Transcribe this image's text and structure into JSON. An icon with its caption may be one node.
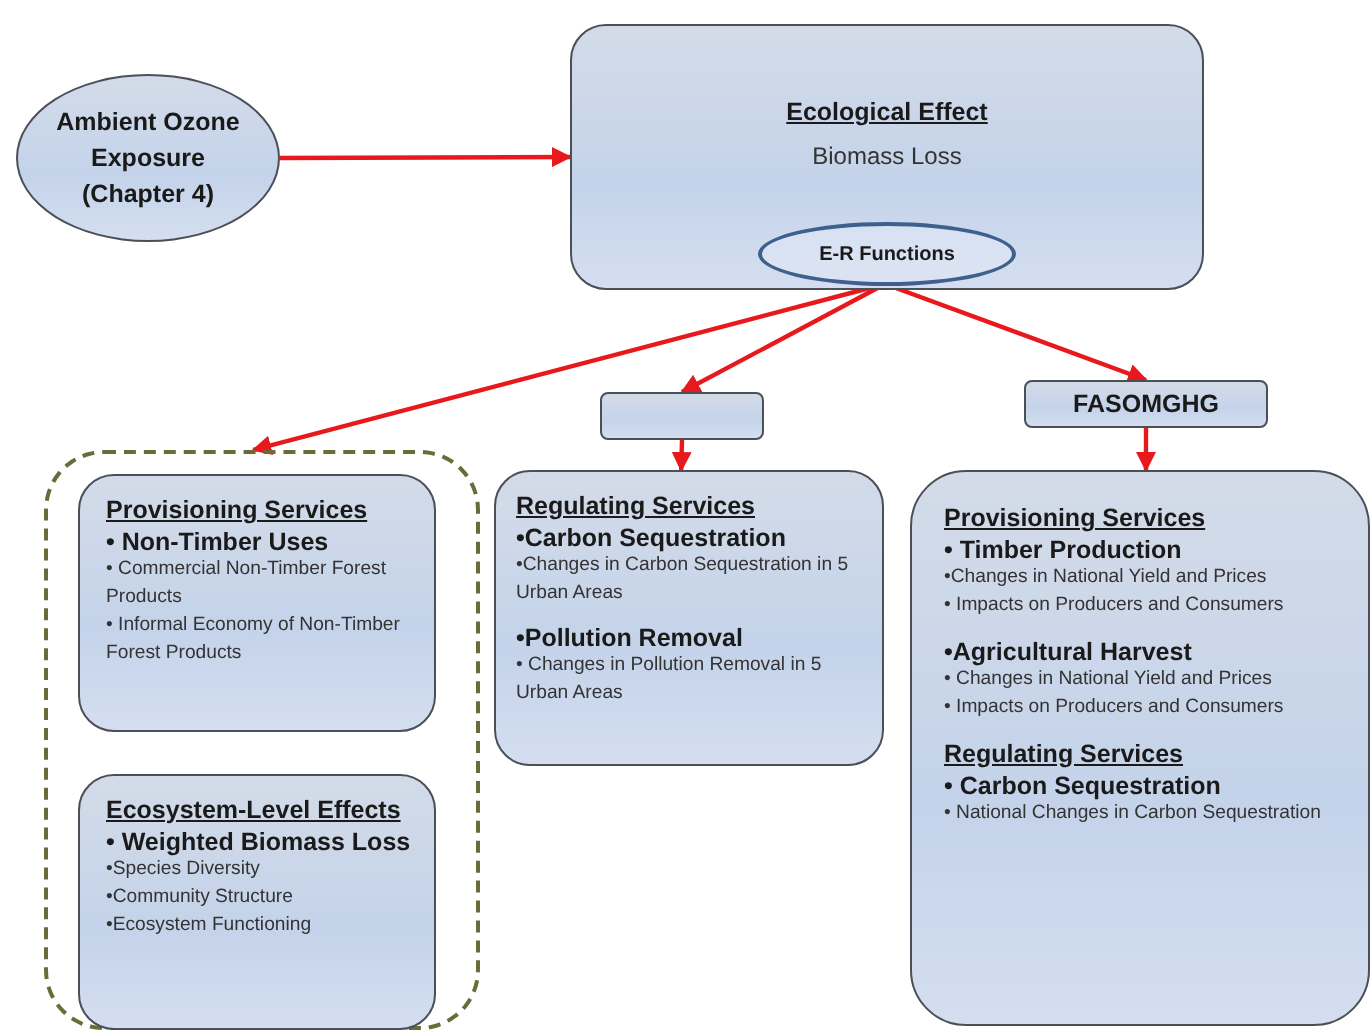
{
  "diagram": {
    "nodes": [
      {
        "text": [
          "Ambient Ozone Exposure (Chapter 4)"
        ]
      },
      {
        "text": [
          "Ecological Effect",
          "Biomass Loss"
        ]
      },
      {
        "text": [
          "E-R Functions"
        ],
        "in": 1
      },
      {
        "text": [],
        "shape": "box"
      },
      {
        "text": [
          "FASOMGHG"
        ]
      },
      {
        "text": [],
        "shape": "box"
      },
      {
        "text": [
          "Provisioning Services",
          "• Non-Timber Uses",
          "• Commercial Non-Timber Forest Products",
          "• Informal Economy of Non-Timber Forest Products"
        ],
        "in": 5
      },
      {
        "text": [
          "Ecosystem-Level Effects",
          "• Weighted Biomass Loss",
          "•Species Diversity",
          "•Community Structure",
          "•Ecosystem Functioning"
        ],
        "in": 5
      },
      {
        "text": [
          "Regulating Services",
          "•Carbon Sequestration",
          "•Changes in Carbon Sequestration in 5 Urban Areas",
          "•Pollution Removal",
          "• Changes in Pollution Removal in 5 Urban Areas"
        ]
      },
      {
        "text": [
          "Provisioning Services",
          "• Timber Production",
          "•Changes in National Yield and Prices",
          "• Impacts on Producers and Consumers",
          "•Agricultural Harvest",
          "• Changes in National Yield and Prices",
          "• Impacts on Producers and Consumers",
          "Regulating Services",
          "• Carbon Sequestration",
          "• National Changes in Carbon Sequestration"
        ]
      }
    ],
    "edges": [
      {
        "from": 0,
        "to": 1,
        "arrow": "to"
      },
      {
        "from": 2,
        "to": 5,
        "arrow": "to"
      },
      {
        "from": 2,
        "to": 3,
        "arrow": "to"
      },
      {
        "from": 2,
        "to": 4,
        "arrow": "to"
      },
      {
        "from": 3,
        "to": 8,
        "arrow": "to"
      },
      {
        "from": 4,
        "to": 9,
        "arrow": "to"
      }
    ]
  }
}
